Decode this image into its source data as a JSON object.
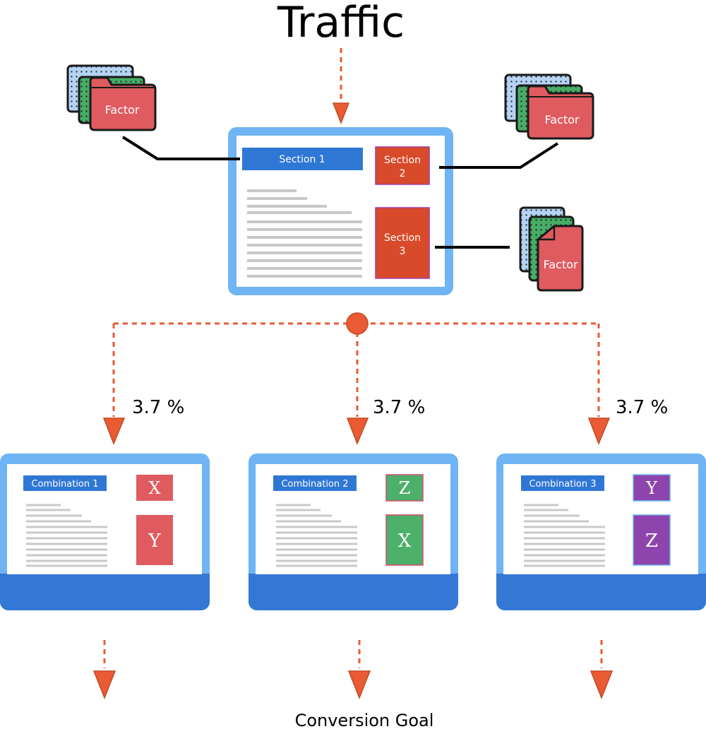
{
  "title": "Traffic",
  "footer": "Conversion Goal",
  "factor_label": "Factor",
  "page": {
    "section1": "Section 1",
    "section2_line1": "Section",
    "section2_line2": "2",
    "section3_line1": "Section",
    "section3_line2": "3"
  },
  "split_percent": "3.7 %",
  "combinations": [
    {
      "label": "Combination 1",
      "top": "X",
      "bottom": "Y"
    },
    {
      "label": "Combination 2",
      "top": "Z",
      "bottom": "X"
    },
    {
      "label": "Combination 3",
      "top": "Y",
      "bottom": "Z"
    }
  ],
  "colors": {
    "monitor_border": "#6fb4f4",
    "monitor_base": "#3478d6",
    "section_blue": "#2f77d5",
    "section_orange": "#d94a2a",
    "arrow": "#ea5a33",
    "text_line": "#c8c8c8",
    "factor_red": "#df5b60",
    "factor_green": "#47ad66",
    "factor_blue": "#b4d3f4",
    "x_red": "#df5b60",
    "z_green": "#4caf6a",
    "purple": "#8e44ad"
  }
}
